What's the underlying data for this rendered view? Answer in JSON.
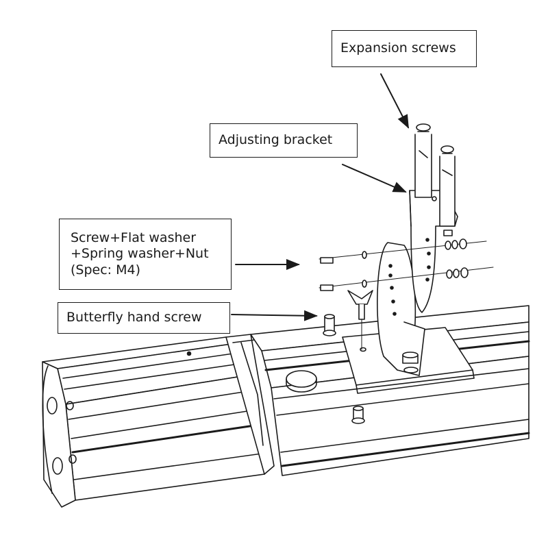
{
  "labels": {
    "expansion_screws": "Expansion screws",
    "adjusting_bracket": "Adjusting bracket",
    "screw_assembly": {
      "line1": "Screw+Flat washer",
      "line2": "+Spring washer+Nut",
      "line3": "(Spec: M4)"
    },
    "butterfly_screw": "Butterfly hand screw"
  },
  "colors": {
    "ink": "#1a1a1a",
    "paper": "#ffffff",
    "shade": "#d8d8d8"
  }
}
